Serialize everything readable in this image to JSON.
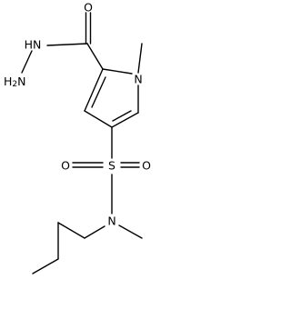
{
  "atoms": {
    "o_carbonyl": "O",
    "hydrazide_nh": "HN",
    "hydrazide_nh2": "H2N",
    "ring_n": "N",
    "sulfur": "S",
    "sulfonyl_o_left": "O",
    "sulfonyl_o_right": "O",
    "sulfonamide_n": "N"
  },
  "colors": {
    "bond": "#000000",
    "label": "#000000",
    "background": "#ffffff"
  }
}
